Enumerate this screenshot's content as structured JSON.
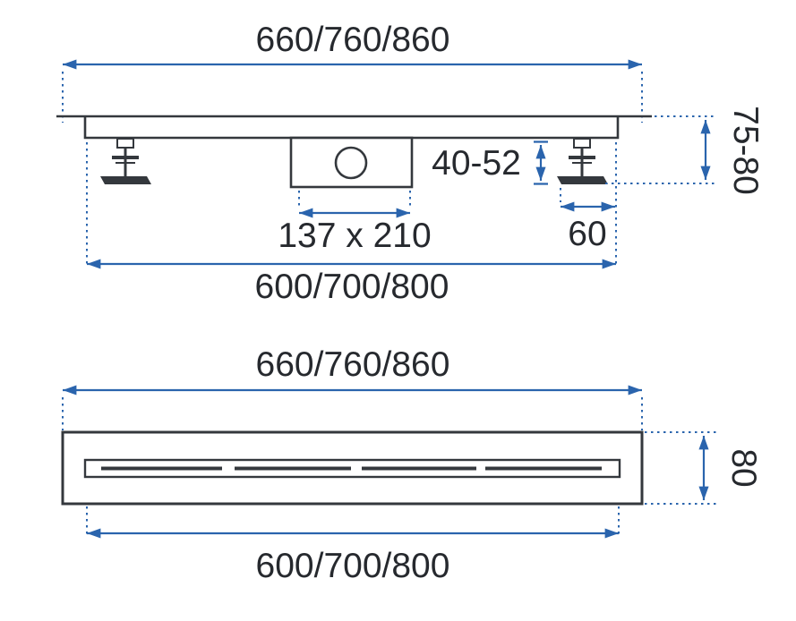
{
  "colors": {
    "background": "#ffffff",
    "line": "#34383d",
    "dimension": "#2a64ad",
    "text": "#26292e"
  },
  "side_view": {
    "overall_length": "660/760/860",
    "body_length": "600/700/800",
    "trap_size": "137 x 210",
    "trap_depth": "40-52",
    "overall_height": "75-80",
    "edge_offset": "60"
  },
  "plan_view": {
    "overall_length": "660/760/860",
    "grate_length": "600/700/800",
    "width": "80"
  }
}
